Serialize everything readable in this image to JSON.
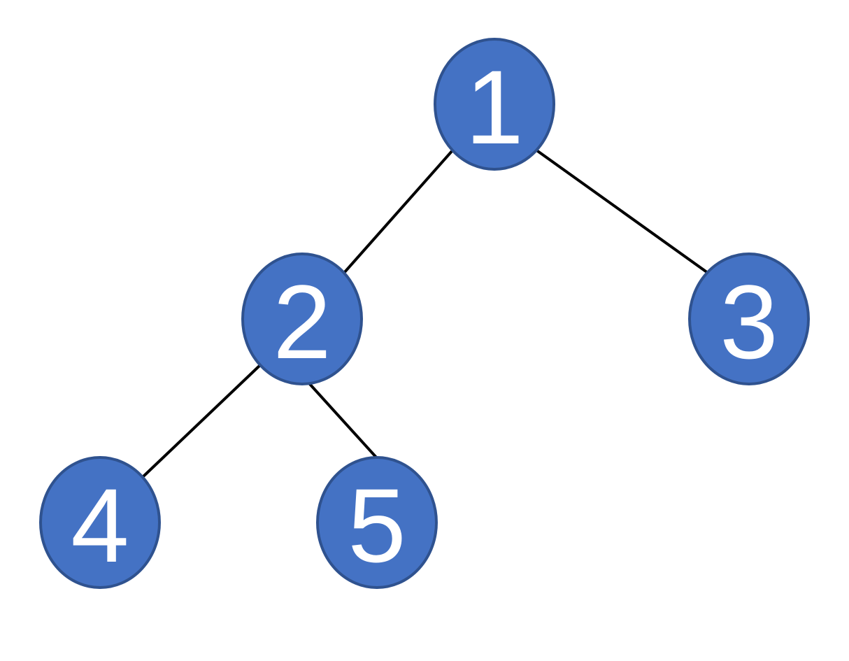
{
  "colors": {
    "node_fill": "#4472C4",
    "node_stroke": "#2F528F",
    "label": "#FFFFFF",
    "edge": "#000000"
  },
  "nodes": [
    {
      "id": "n1",
      "label": "1"
    },
    {
      "id": "n2",
      "label": "2"
    },
    {
      "id": "n3",
      "label": "3"
    },
    {
      "id": "n4",
      "label": "4"
    },
    {
      "id": "n5",
      "label": "5"
    }
  ],
  "edges": [
    {
      "from": "1",
      "to": "2"
    },
    {
      "from": "1",
      "to": "3"
    },
    {
      "from": "2",
      "to": "4"
    },
    {
      "from": "2",
      "to": "5"
    }
  ]
}
